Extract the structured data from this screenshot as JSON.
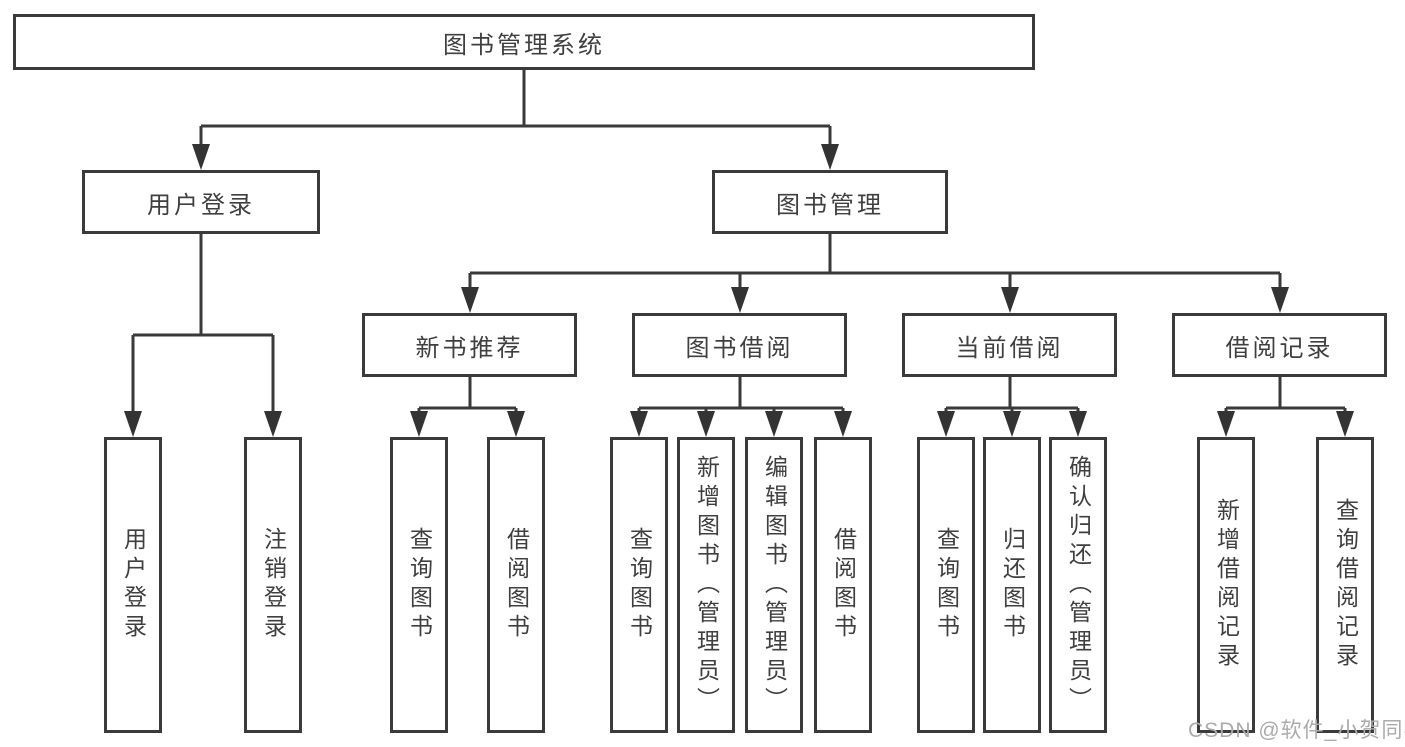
{
  "diagram": {
    "root": {
      "label": "图书管理系统"
    },
    "children": [
      {
        "label": "用户登录",
        "children": [
          {
            "label": "用户登录"
          },
          {
            "label": "注销登录"
          }
        ]
      },
      {
        "label": "图书管理",
        "children": [
          {
            "label": "新书推荐",
            "children": [
              {
                "label": "查询图书"
              },
              {
                "label": "借阅图书"
              }
            ]
          },
          {
            "label": "图书借阅",
            "children": [
              {
                "label": "查询图书"
              },
              {
                "label": "新增图书（管理员）"
              },
              {
                "label": "编辑图书（管理员）"
              },
              {
                "label": "借阅图书"
              }
            ]
          },
          {
            "label": "当前借阅",
            "children": [
              {
                "label": "查询图书"
              },
              {
                "label": "归还图书"
              },
              {
                "label": "确认归还（管理员）"
              }
            ]
          },
          {
            "label": "借阅记录",
            "children": [
              {
                "label": "新增借阅记录"
              },
              {
                "label": "查询借阅记录"
              }
            ]
          }
        ]
      }
    ]
  },
  "watermark": {
    "text": "CSDN @软件_小贺同学"
  },
  "colors": {
    "box_border": "#3a3a3a",
    "box_text": "#3f3f3f",
    "connector_line": "#3a3a3a",
    "arrowhead": "#333333",
    "background": "#ffffff",
    "watermark_text": "#ababab"
  }
}
